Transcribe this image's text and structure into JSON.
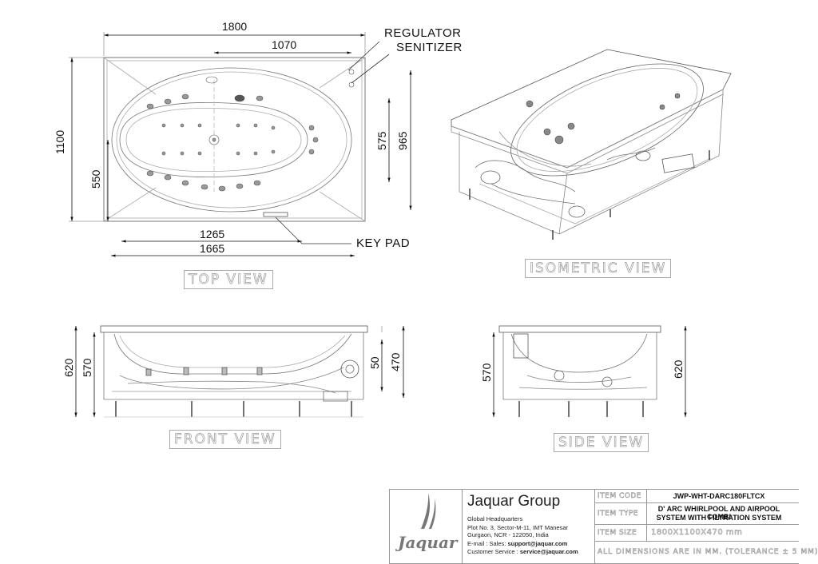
{
  "dimensions": {
    "top_1800": "1800",
    "top_1070": "1070",
    "top_1100": "1100",
    "top_550": "550",
    "top_575": "575",
    "top_965": "965",
    "top_1265": "1265",
    "top_1665": "1665",
    "front_620": "620",
    "front_570": "570",
    "front_50": "50",
    "front_470": "470",
    "side_570": "570",
    "side_620": "620"
  },
  "callouts": {
    "regulator": "REGULATOR",
    "senitizer": "SENITIZER",
    "key_pad": "KEY PAD"
  },
  "views": {
    "top": "TOP VIEW",
    "isometric": "ISOMETRIC VIEW",
    "front": "FRONT VIEW",
    "side": "SIDE VIEW"
  },
  "title_block": {
    "logo_text": "Jaquar",
    "company": "Jaquar Group",
    "hq": "Global Headquarters",
    "address1": "Plot No. 3, Sector-M-11, IMT Manesar",
    "address2": "Gurgaon, NCR - 122050, India",
    "email_label": "E-mail : Sales: ",
    "email": "support@jaquar.com",
    "service_label": "Customer Service : ",
    "service_email": "service@jaquar.com",
    "item_code_label": "ITEM CODE",
    "item_code": "JWP-WHT-DARC180FLTCX",
    "item_type_label": "ITEM TYPE",
    "item_type_line1": "D' ARC WHIRLPOOL AND AIRPOOL COMBI",
    "item_type_line2": "SYSTEM WITH FILTRATION SYSTEM",
    "item_size_label": "ITEM SIZE",
    "item_size": "1800X1100X470 mm",
    "note": "ALL DIMENSIONS ARE IN MM. (TOLERANCE ± 5 MM)"
  }
}
